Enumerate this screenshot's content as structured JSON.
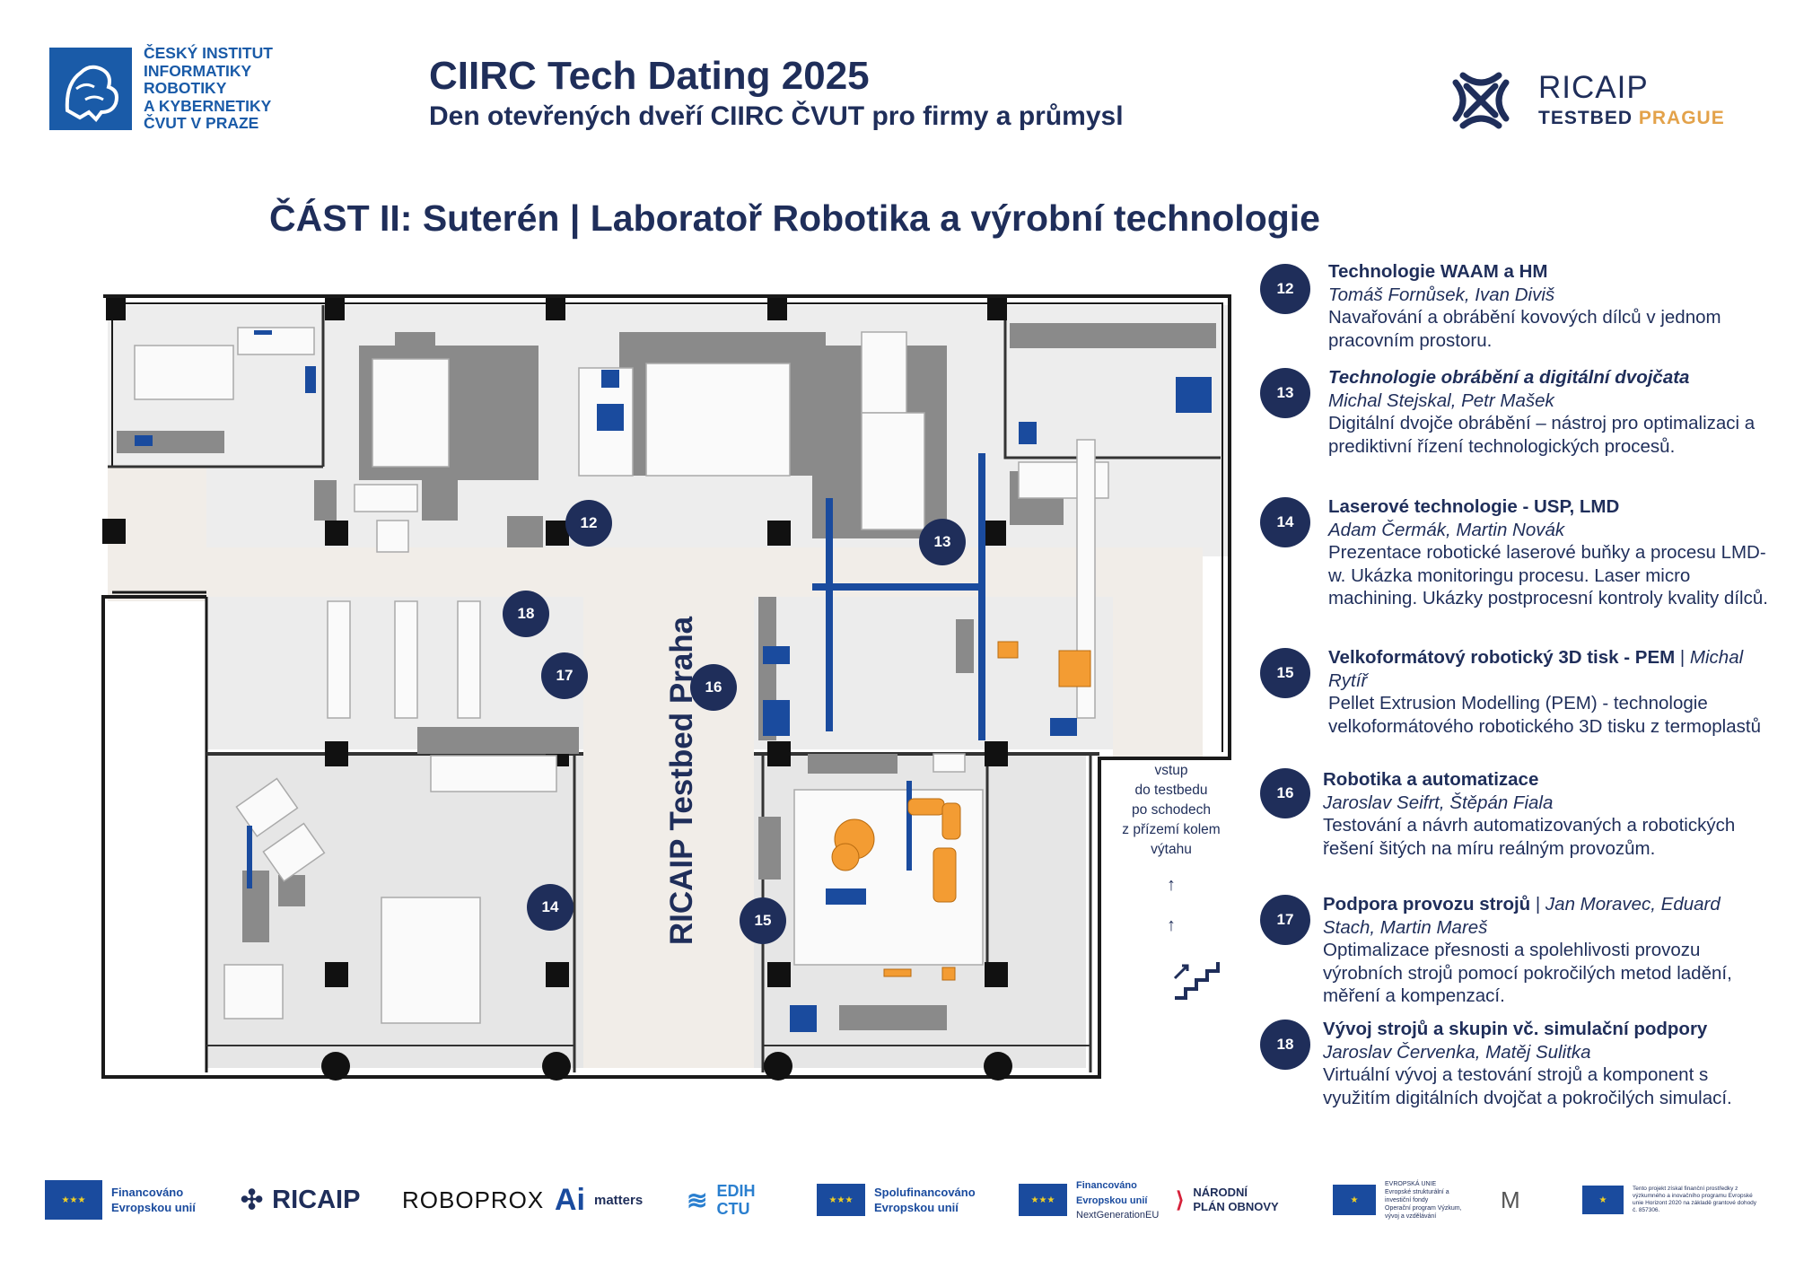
{
  "header": {
    "institute_name": "ČESKÝ INSTITUT INFORMATIKY ROBOTIKY A KYBERNETIKY ČVUT V PRAZE",
    "institute_lines": [
      "ČESKÝ INSTITUT",
      "INFORMATIKY",
      "ROBOTIKY",
      "A KYBERNETIKY",
      "ČVUT V PRAZE"
    ],
    "title": "CIIRC Tech Dating 2025",
    "subtitle": "Den otevřených dveří CIIRC ČVUT pro firmy a průmysl",
    "partner_logo_name": "RICAIP",
    "partner_logo_sub": "TESTBED",
    "partner_logo_sub_accent": "PRAGUE"
  },
  "section_title": "ČÁST II: Suterén | Laboratoř Robotika a výrobní technologie",
  "map": {
    "vertical_label": "RICAIP Testbed Praha",
    "entrance_text": "vstup do testbedu po schodech z přízemí kolem výtahu",
    "entrance_lines": [
      "vstup",
      "do testbedu",
      "po schodech",
      "z přízemí kolem",
      "výtahu"
    ],
    "markers": [
      "12",
      "13",
      "14",
      "15",
      "16",
      "17",
      "18"
    ],
    "colors": {
      "navy": "#1f2e5a",
      "equipment_blue": "#1a4b9e",
      "orange": "#f39c33",
      "floor": "#ebebeb",
      "corridor": "#f1ede8"
    }
  },
  "legend": [
    {
      "num": "12",
      "title": "Technologie WAAM a HM",
      "authors": "Tomáš Fornůsek, Ivan Diviš",
      "desc": "Navařování a obrábění kovových dílců v jednom pracovním prostoru."
    },
    {
      "num": "13",
      "title": "Technologie obrábění a digitální dvojčata",
      "authors": "Michal Stejskal, Petr Mašek",
      "desc": "Digitální dvojče obrábění – nástroj pro optimalizaci a prediktivní řízení technologických procesů."
    },
    {
      "num": "14",
      "title": "Laserové technologie - USP, LMD",
      "authors": "Adam Čermák, Martin Novák",
      "desc": "Prezentace robotické laserové buňky a procesu LMD-w. Ukázka monitoringu procesu. Laser micro machining. Ukázky postprocesní kontroly kvality dílců."
    },
    {
      "num": "15",
      "title": "Velkoformátový robotický 3D tisk - PEM",
      "authors": "Michal Rytíř",
      "desc": "Pellet Extrusion Modelling (PEM) - technologie velkoformátového robotického 3D tisku z termoplastů"
    },
    {
      "num": "16",
      "title": "Robotika a automatizace",
      "authors": "Jaroslav Seifrt, Štěpán Fiala",
      "desc": "Testování a návrh automatizovaných a robotických řešení šitých na míru reálným provozům."
    },
    {
      "num": "17",
      "title": "Podpora provozu strojů",
      "authors": "Jan Moravec, Eduard Stach, Martin Mareš",
      "desc": "Optimalizace přesnosti a spolehlivosti provozu výrobních strojů pomocí pokročilých metod ladění, měření a kompenzací."
    },
    {
      "num": "18",
      "title": "Vývoj strojů a skupin vč. simulační podpory",
      "authors": "Jaroslav Červenka, Matěj Sulitka",
      "desc": "Virtuální vývoj a testování strojů a komponent s využitím digitálních dvojčat a pokročilých simulací."
    }
  ],
  "footer": {
    "eu_funded": [
      "Financováno",
      "Evropskou unií"
    ],
    "ricaip": "RICAIP",
    "roboprox": "ROBOPROX",
    "ai_matters": "matters",
    "edih": [
      "EDIH",
      "CTU"
    ],
    "cofunded": [
      "Spolufinancováno",
      "Evropskou unií"
    ],
    "nextgen": [
      "Financováno",
      "Evropskou unií",
      "NextGenerationEU"
    ],
    "npo": [
      "NÁRODNÍ",
      "PLÁN OBNOVY"
    ],
    "esif": [
      "EVROPSKÁ UNIE",
      "Evropské strukturální a investiční fondy",
      "Operační program Výzkum, vývoj a vzdělávání"
    ],
    "horizon_note": "Tento projekt získal finanční prostředky z výzkumného a inovačního programu Evropské unie Horizont 2020 na základě grantové dohody č. 857306."
  }
}
